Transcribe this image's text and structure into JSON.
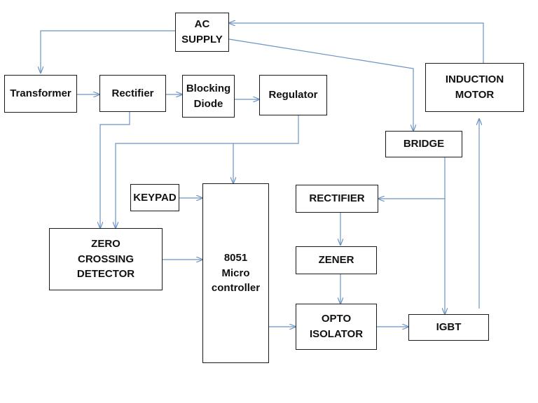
{
  "blocks": {
    "ac_supply": "AC\nSUPPLY",
    "transformer": "Transformer",
    "rectifier_top": "Rectifier",
    "blocking_diode": "Blocking\nDiode",
    "regulator": "Regulator",
    "induction_motor": "INDUCTION\nMOTOR",
    "bridge": "BRIDGE",
    "keypad": "KEYPAD",
    "microcontroller": "8051\nMicro\ncontroller",
    "rectifier_right": "RECTIFIER",
    "zener": "ZENER",
    "zero_crossing_detector": "ZERO\nCROSSING\nDETECTOR",
    "opto_isolator": "OPTO\nISOLATOR",
    "igbt": "IGBT"
  },
  "colors": {
    "connector": "#6a93c4",
    "border": "#1a1a1a"
  }
}
